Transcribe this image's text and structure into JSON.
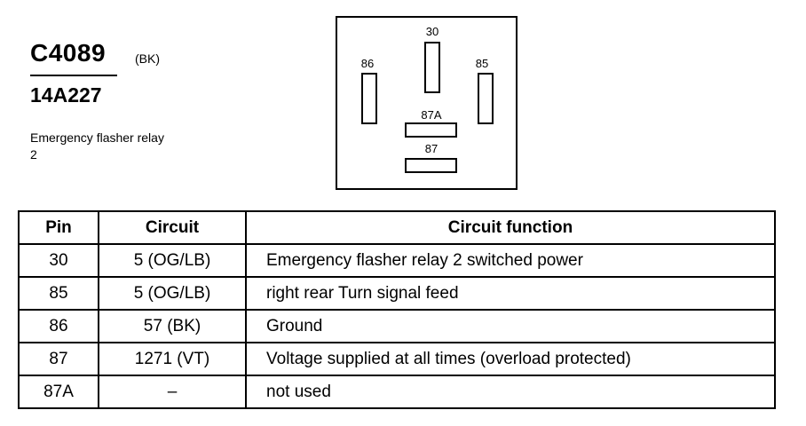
{
  "connector": {
    "id": "C4089",
    "color_code": "(BK)",
    "part_number": "14A227",
    "description": "Emergency flasher relay 2"
  },
  "relay_face": {
    "pins": [
      {
        "label": "30",
        "orientation": "vertical"
      },
      {
        "label": "86",
        "orientation": "vertical"
      },
      {
        "label": "85",
        "orientation": "vertical"
      },
      {
        "label": "87A",
        "orientation": "horizontal"
      },
      {
        "label": "87",
        "orientation": "horizontal"
      }
    ]
  },
  "table": {
    "headers": [
      "Pin",
      "Circuit",
      "Circuit function"
    ],
    "rows": [
      {
        "pin": "30",
        "circuit": "5 (OG/LB)",
        "function": "Emergency flasher relay 2 switched power"
      },
      {
        "pin": "85",
        "circuit": "5 (OG/LB)",
        "function": "right rear Turn signal feed"
      },
      {
        "pin": "86",
        "circuit": "57 (BK)",
        "function": "Ground"
      },
      {
        "pin": "87",
        "circuit": "1271 (VT)",
        "function": "Voltage supplied at all times (overload protected)"
      },
      {
        "pin": "87A",
        "circuit": "–",
        "function": "not used"
      }
    ]
  }
}
